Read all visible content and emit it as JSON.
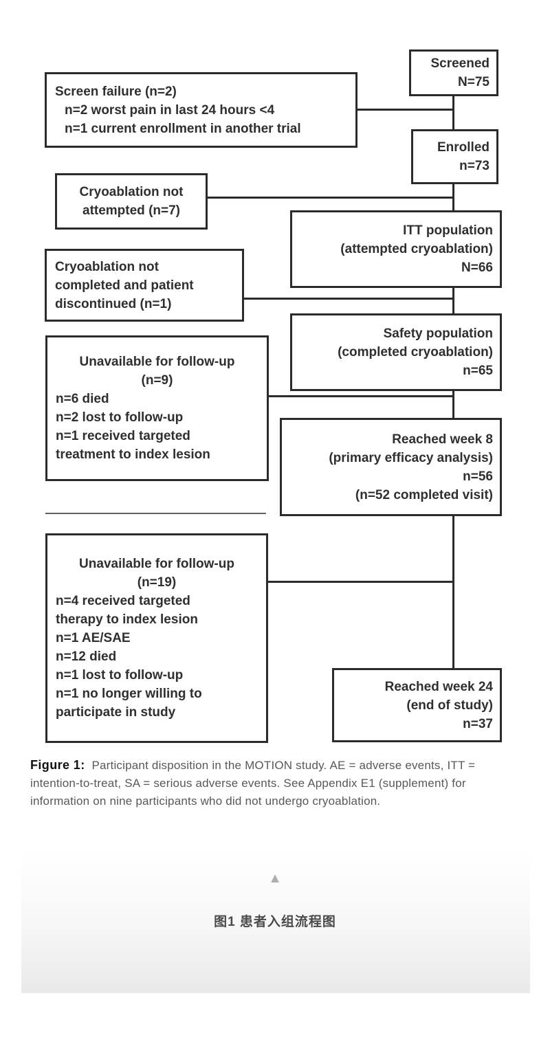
{
  "figure": {
    "boxes": {
      "screened": {
        "lines": [
          "Screened",
          "N=75"
        ]
      },
      "screen_failure": {
        "lines": [
          "Screen failure (n=2)",
          "n=2 worst pain in last 24 hours <4",
          "n=1 current enrollment in another trial"
        ]
      },
      "enrolled": {
        "lines": [
          "Enrolled",
          "n=73"
        ]
      },
      "cryo_not_attempted": {
        "lines": [
          "Cryoablation not",
          "attempted (n=7)"
        ]
      },
      "itt": {
        "lines": [
          "ITT population",
          "(attempted cryoablation)",
          "N=66"
        ]
      },
      "cryo_not_completed": {
        "lines": [
          "Cryoablation not",
          "completed and patient",
          "discontinued (n=1)"
        ]
      },
      "safety": {
        "lines": [
          "Safety population",
          "(completed cryoablation)",
          "n=65"
        ]
      },
      "unavailable_week8": {
        "lines": [
          "Unavailable for follow-up",
          "(n=9)",
          "n=6 died",
          "n=2 lost to follow-up",
          "n=1 received targeted",
          "treatment to index lesion"
        ]
      },
      "week8": {
        "lines": [
          "Reached week 8",
          "(primary efficacy analysis)",
          "n=56",
          "(n=52 completed visit)"
        ]
      },
      "unavailable_week24": {
        "lines": [
          "Unavailable for follow-up",
          "(n=19)",
          "n=4 received targeted",
          "therapy to index lesion",
          "n=1 AE/SAE",
          "n=12 died",
          "n=1 lost to follow-up",
          "n=1 no longer willing to",
          "participate in study"
        ]
      },
      "week24": {
        "lines": [
          "Reached week 24",
          "(end of study)",
          "n=37"
        ]
      }
    },
    "caption": {
      "label": "Figure 1:",
      "text": "Participant disposition in the MOTION study. AE = adverse events, ITT = intention-to-treat, SA = serious adverse events. See Appendix E1 (supplement) for information on nine participants who did not undergo cryoablation."
    }
  },
  "footer": {
    "collapse_icon": "▲",
    "zh_caption": "图1 患者入组流程图"
  },
  "colors": {
    "box_border": "#2b2b2b",
    "box_text": "#2f2f2f",
    "caption_label": "#111111",
    "caption_text": "#585858",
    "triangle": "#aeaeae",
    "zh_text": "#4a4a4a",
    "footer_gradient_end": "#e9e9e9"
  }
}
